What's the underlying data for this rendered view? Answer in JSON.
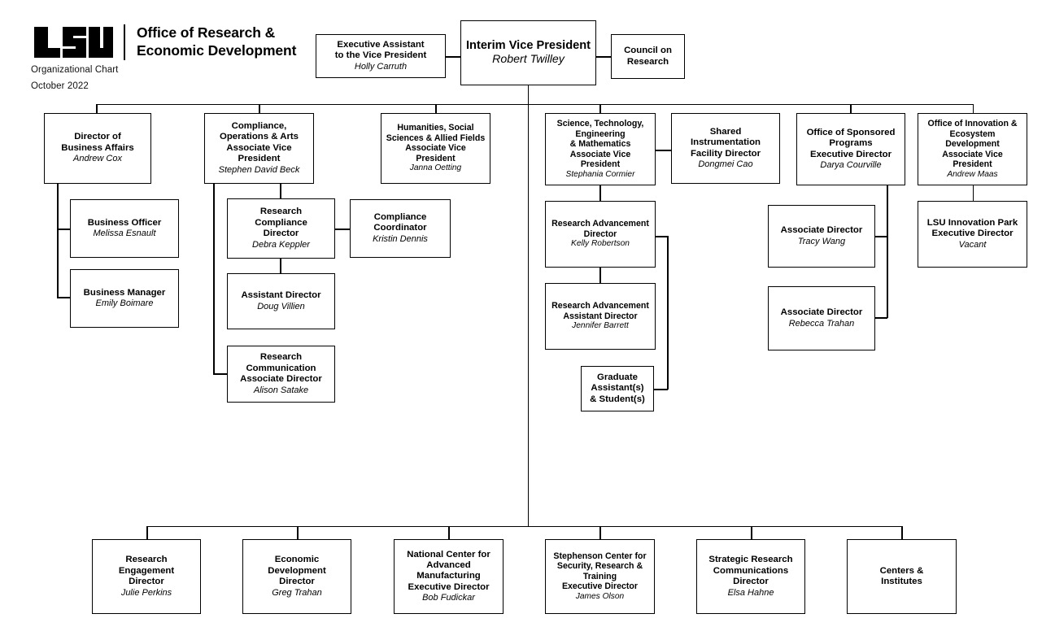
{
  "header": {
    "logo_alt": "LSU",
    "org_name": "Office of Research &\nEconomic Development",
    "chart_label": "Organizational Chart",
    "chart_date": "October 2022"
  },
  "chart_data": {
    "type": "diagram",
    "title": "LSU Office of Research & Economic Development Organizational Chart",
    "subtitle": "October 2022",
    "nodes": [
      {
        "id": "exec-assistant",
        "title": "Executive Assistant\nto the Vice President",
        "person": "Holly Carruth"
      },
      {
        "id": "interim-vp",
        "title": "Interim Vice President",
        "person": "Robert Twilley"
      },
      {
        "id": "council-on-research",
        "title": "Council on\nResearch",
        "person": ""
      },
      {
        "id": "director-business-affairs",
        "title": "Director of\nBusiness Affairs",
        "person": "Andrew Cox"
      },
      {
        "id": "business-officer",
        "title": "Business Officer",
        "person": "Melissa Esnault"
      },
      {
        "id": "business-manager",
        "title": "Business Manager",
        "person": "Emily Boimare"
      },
      {
        "id": "compliance-avp",
        "title": "Compliance,\nOperations & Arts\nAssociate Vice\nPresident",
        "person": "Stephen David Beck"
      },
      {
        "id": "research-compliance-director",
        "title": "Research\nCompliance\nDirector",
        "person": "Debra Keppler"
      },
      {
        "id": "compliance-coordinator",
        "title": "Compliance\nCoordinator",
        "person": "Kristin Dennis"
      },
      {
        "id": "assistant-director",
        "title": "Assistant Director",
        "person": "Doug Villien"
      },
      {
        "id": "research-communication",
        "title": "Research\nCommunication\nAssociate Director",
        "person": "Alison Satake"
      },
      {
        "id": "humanities-avp",
        "title": "Humanities, Social\nSciences & Allied Fields\nAssociate Vice\nPresident",
        "person": "Janna Oetting"
      },
      {
        "id": "stem-avp",
        "title": "Science, Technology,\nEngineering\n& Mathematics\nAssociate Vice\nPresident",
        "person": "Stephania Cormier"
      },
      {
        "id": "research-advancement-director",
        "title": "Research Advancement\nDirector",
        "person": "Kelly Robertson"
      },
      {
        "id": "research-advancement-assistant-director",
        "title": "Research Advancement\nAssistant Director",
        "person": "Jennifer Barrett"
      },
      {
        "id": "graduate-assistants",
        "title": "Graduate\nAssistant(s)\n& Student(s)",
        "person": ""
      },
      {
        "id": "shared-instrumentation",
        "title": "Shared\nInstrumentation\nFacility Director",
        "person": "Dongmei Cao"
      },
      {
        "id": "sponsored-programs",
        "title": "Office of Sponsored\nPrograms\nExecutive Director",
        "person": "Darya Courville"
      },
      {
        "id": "associate-director-wang",
        "title": "Associate Director",
        "person": "Tracy Wang"
      },
      {
        "id": "associate-director-trahan",
        "title": "Associate Director",
        "person": "Rebecca Trahan"
      },
      {
        "id": "innovation-avp",
        "title": "Office of Innovation &\nEcosystem\nDevelopment\nAssociate Vice\nPresident",
        "person": "Andrew Maas"
      },
      {
        "id": "lsu-innovation-park",
        "title": "LSU Innovation Park\nExecutive Director",
        "person": "Vacant"
      },
      {
        "id": "research-engagement",
        "title": "Research\nEngagement\nDirector",
        "person": "Julie Perkins"
      },
      {
        "id": "economic-development",
        "title": "Economic\nDevelopment\nDirector",
        "person": "Greg Trahan"
      },
      {
        "id": "ncam",
        "title": "National Center for\nAdvanced\nManufacturing\nExecutive Director",
        "person": "Bob Fudickar"
      },
      {
        "id": "stephenson-center",
        "title": "Stephenson Center for\nSecurity, Research &\nTraining\nExecutive Director",
        "person": "James Olson"
      },
      {
        "id": "strategic-research-comms",
        "title": "Strategic Research\nCommunications\nDirector",
        "person": "Elsa Hahne"
      },
      {
        "id": "centers-institutes",
        "title": "Centers &\nInstitutes",
        "person": ""
      }
    ],
    "edges": [
      {
        "from": "interim-vp",
        "to": "exec-assistant"
      },
      {
        "from": "interim-vp",
        "to": "council-on-research"
      },
      {
        "from": "interim-vp",
        "to": "director-business-affairs"
      },
      {
        "from": "interim-vp",
        "to": "compliance-avp"
      },
      {
        "from": "interim-vp",
        "to": "humanities-avp"
      },
      {
        "from": "interim-vp",
        "to": "stem-avp"
      },
      {
        "from": "interim-vp",
        "to": "sponsored-programs"
      },
      {
        "from": "interim-vp",
        "to": "innovation-avp"
      },
      {
        "from": "director-business-affairs",
        "to": "business-officer"
      },
      {
        "from": "director-business-affairs",
        "to": "business-manager"
      },
      {
        "from": "compliance-avp",
        "to": "research-compliance-director"
      },
      {
        "from": "compliance-avp",
        "to": "research-communication"
      },
      {
        "from": "research-compliance-director",
        "to": "compliance-coordinator"
      },
      {
        "from": "research-compliance-director",
        "to": "assistant-director"
      },
      {
        "from": "stem-avp",
        "to": "shared-instrumentation"
      },
      {
        "from": "stem-avp",
        "to": "research-advancement-director"
      },
      {
        "from": "research-advancement-director",
        "to": "research-advancement-assistant-director"
      },
      {
        "from": "research-advancement-director",
        "to": "graduate-assistants"
      },
      {
        "from": "sponsored-programs",
        "to": "associate-director-wang"
      },
      {
        "from": "sponsored-programs",
        "to": "associate-director-trahan"
      },
      {
        "from": "innovation-avp",
        "to": "lsu-innovation-park"
      },
      {
        "from": "interim-vp",
        "to": "research-engagement"
      },
      {
        "from": "interim-vp",
        "to": "economic-development"
      },
      {
        "from": "interim-vp",
        "to": "ncam"
      },
      {
        "from": "interim-vp",
        "to": "stephenson-center"
      },
      {
        "from": "interim-vp",
        "to": "strategic-research-comms"
      },
      {
        "from": "interim-vp",
        "to": "centers-institutes"
      }
    ],
    "colors": {
      "line": "#000000",
      "box_fill": "#ffffff",
      "box_border": "#000000",
      "text": "#000000"
    }
  }
}
